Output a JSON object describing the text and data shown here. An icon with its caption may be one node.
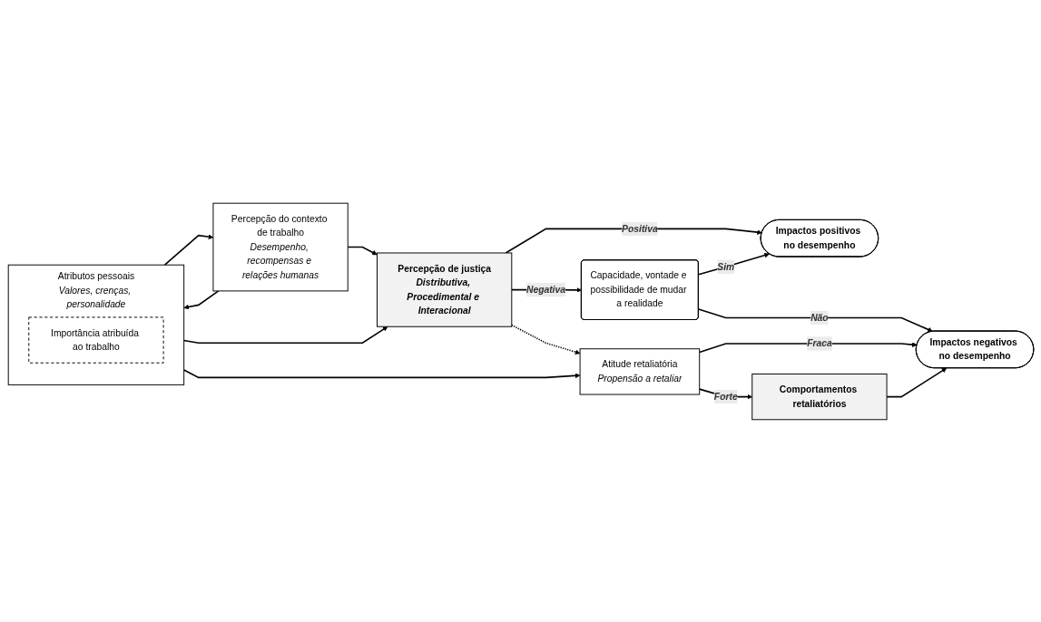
{
  "diagram": {
    "nodes": [
      {
        "text": [
          "Percepção do contexto de trabalho",
          "Desempenho, recompensas e relações humanas"
        ]
      },
      {
        "text": [
          "Atributos pessoais",
          "Valores, crenças, personalidade"
        ]
      },
      {
        "text": [
          "Importância atribuída ao trabalho"
        ],
        "in": 1
      },
      {
        "text": [
          "Percepção de justiça",
          "Distributiva, Procedimental e Interacional"
        ]
      },
      {
        "text": [
          "Atitude retaliatória",
          "Propensão a retaliar"
        ]
      },
      {
        "text": [
          "Impactos positivos no desempenho"
        ]
      },
      {
        "text": [
          "Capacidade, vontade e possibilidade de mudar a realidade"
        ]
      },
      {
        "text": [
          "Comportamentos retaliatórios"
        ]
      },
      {
        "text": [
          "Impactos negativos no desempenho"
        ]
      }
    ],
    "edges": [
      {
        "from": 0,
        "to": 3,
        "arrow": "to"
      },
      {
        "from": 0,
        "to": 1,
        "arrow": "to"
      },
      {
        "from": 1,
        "to": 0,
        "arrow": "to"
      },
      {
        "from": 1,
        "to": 3,
        "arrow": "to"
      },
      {
        "from": 1,
        "to": 4,
        "arrow": "to"
      },
      {
        "from": 3,
        "to": 4,
        "arrow": "to",
        "style": "dashed"
      },
      {
        "from": 3,
        "to": 5,
        "label": "Positiva",
        "arrow": "to"
      },
      {
        "from": 3,
        "to": 6,
        "label": "Negativa",
        "arrow": "to"
      },
      {
        "from": 6,
        "to": 5,
        "label": "Sim",
        "arrow": "to"
      },
      {
        "from": 6,
        "to": 8,
        "label": "Não",
        "arrow": "to"
      },
      {
        "from": 4,
        "to": 7,
        "label": "Forte",
        "arrow": "to"
      },
      {
        "from": 4,
        "to": 8,
        "label": "Fraca",
        "arrow": "to"
      },
      {
        "from": 7,
        "to": 8,
        "arrow": "to"
      }
    ]
  }
}
